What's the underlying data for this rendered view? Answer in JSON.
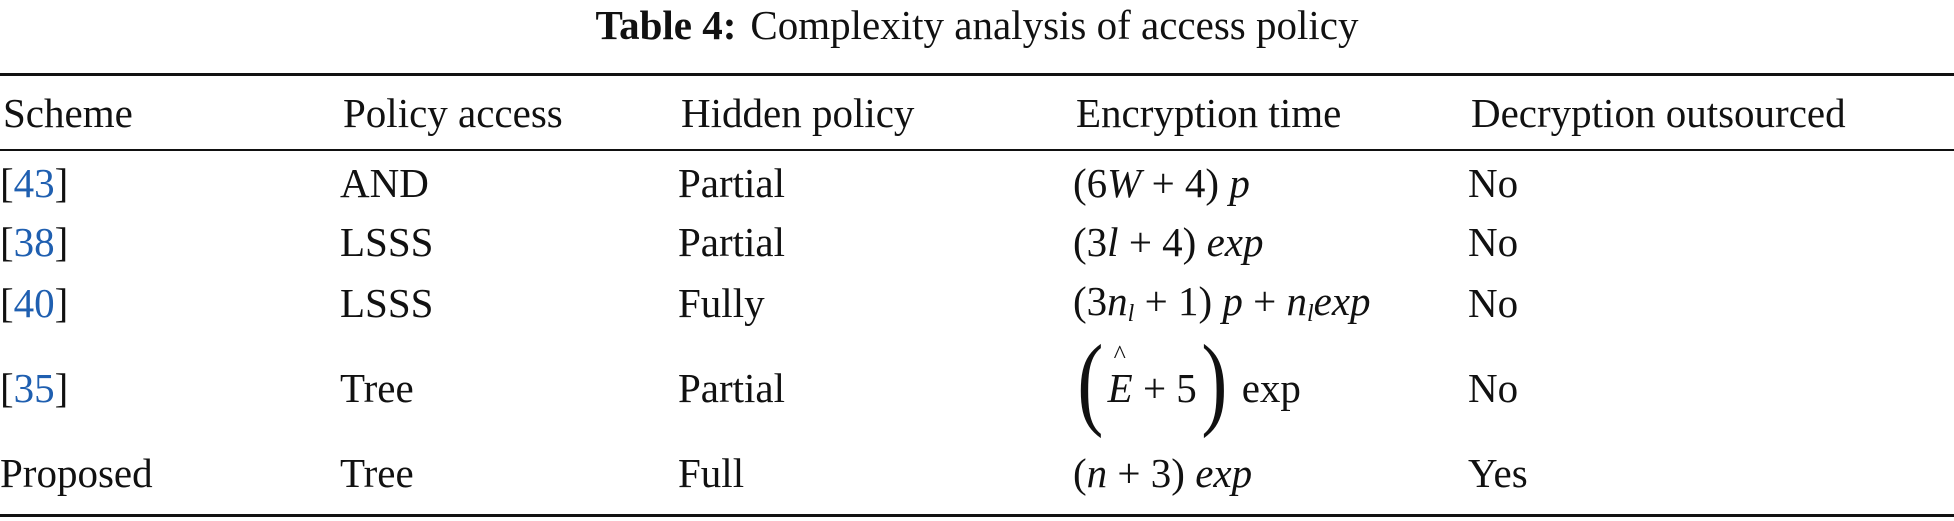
{
  "caption": {
    "label": "Table 4:",
    "text": "Complexity analysis of access policy"
  },
  "table": {
    "headers": [
      "Scheme",
      "Policy access",
      "Hidden policy",
      "Encryption time",
      "Decryption outsourced"
    ],
    "rows": [
      {
        "scheme": {
          "open": "[",
          "ref": "43",
          "close": "]"
        },
        "policy_access": "AND",
        "hidden_policy": "Partial",
        "encryption_time": {
          "open": "(6",
          "var": "W",
          "rest": "+ 4)",
          "tail": "p"
        },
        "decryption_outsourced": "No"
      },
      {
        "scheme": {
          "open": "[",
          "ref": "38",
          "close": "]"
        },
        "policy_access": "LSSS",
        "hidden_policy": "Partial",
        "encryption_time": {
          "open": "(3",
          "var": "l",
          "rest": "+ 4)",
          "tail": "exp"
        },
        "decryption_outsourced": "No"
      },
      {
        "scheme": {
          "open": "[",
          "ref": "40",
          "close": "]"
        },
        "policy_access": "LSSS",
        "hidden_policy": "Fully",
        "encryption_time": {
          "open": "(3",
          "var": "n",
          "sub": "l",
          "rest": "+ 1)",
          "tail1": "p",
          "plus": "+",
          "var2": "n",
          "sub2": "l",
          "tail2": "exp"
        },
        "decryption_outsourced": "No"
      },
      {
        "scheme": {
          "open": "[",
          "ref": "35",
          "close": "]"
        },
        "policy_access": "Tree",
        "hidden_policy": "Partial",
        "encryption_time": {
          "lparen": "(",
          "hat": "^",
          "var": "E",
          "rest": "+ 5",
          "rparen": ")",
          "tail": "exp"
        },
        "decryption_outsourced": "No"
      },
      {
        "scheme": {
          "text": "Proposed"
        },
        "policy_access": "Tree",
        "hidden_policy": "Full",
        "encryption_time": {
          "open": "(",
          "var": "n",
          "rest": "+ 3)",
          "tail": "exp"
        },
        "decryption_outsourced": "Yes"
      }
    ]
  },
  "colors": {
    "text": "#111111",
    "reference_link": "#1f5fb0",
    "rule": "#111111"
  }
}
